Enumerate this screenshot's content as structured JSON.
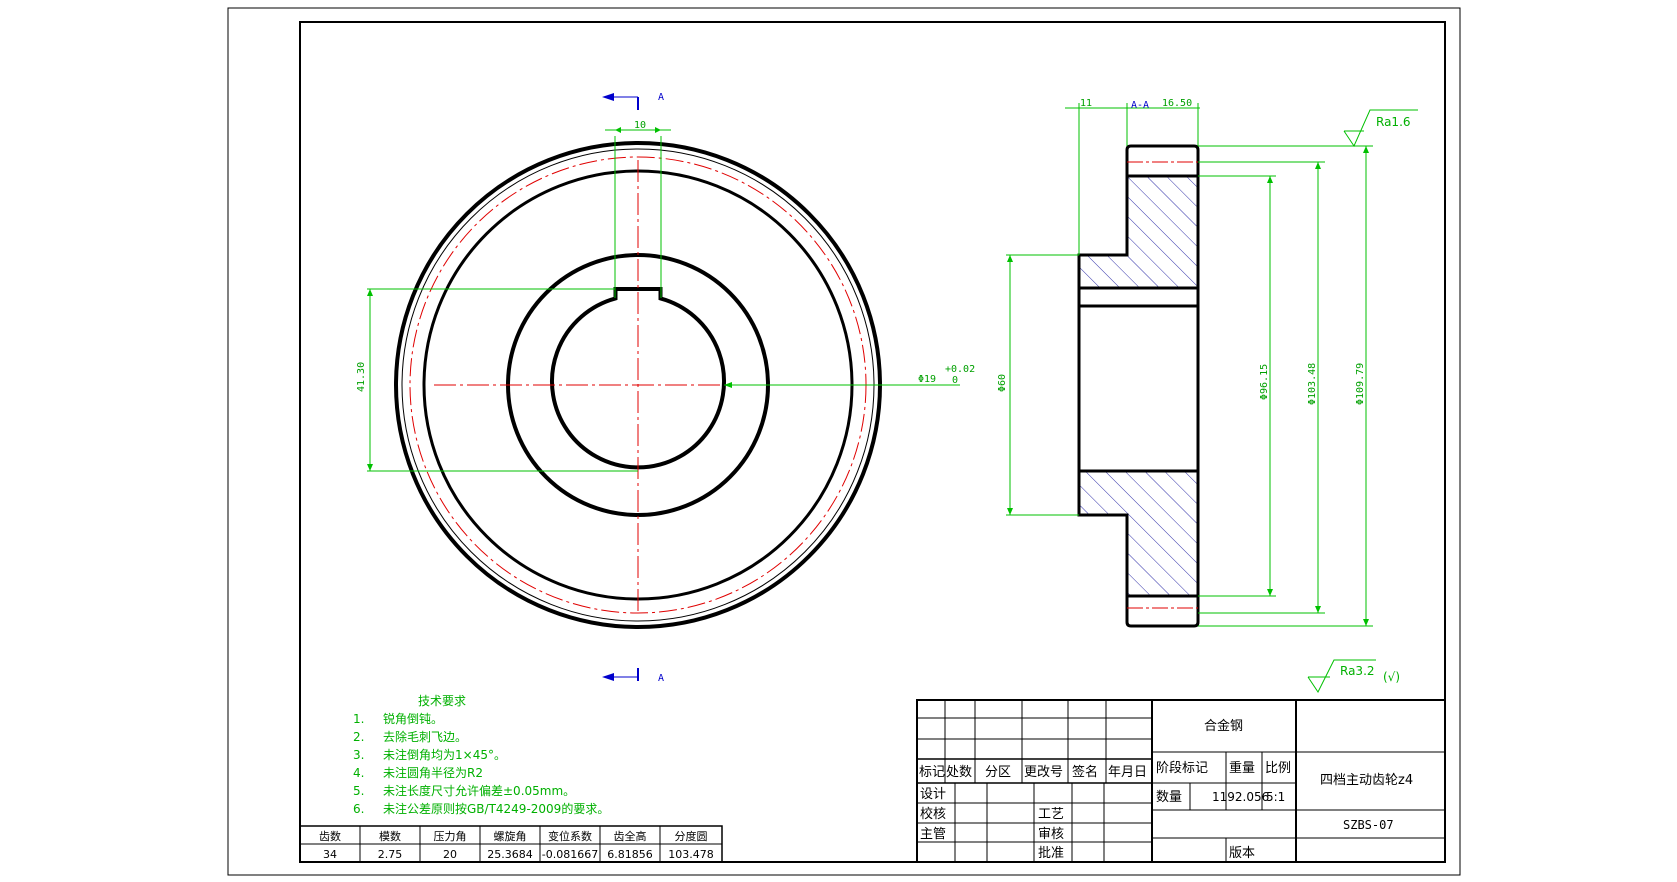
{
  "labels": {
    "section_top": "A",
    "section_bottom": "A",
    "section_view": "A-A",
    "keyway_width": "10",
    "bore_key_depth": "41.30",
    "bore_dia": "Φ19",
    "bore_tol_upper": "+0.02",
    "bore_tol_lower": "0",
    "dim_11": "11",
    "dim_1650": "16.50",
    "dia_60": "Φ60",
    "dia_9615": "Φ96.15",
    "dia_10348": "Φ103.48",
    "dia_10979": "Φ109.79",
    "roughness_top": "Ra1.6",
    "roughness_bottom": "Ra3.2",
    "roughness_bottom_suffix": "(√)"
  },
  "tech": {
    "title": "技术要求",
    "items": [
      {
        "num": "1.",
        "text": "锐角倒钝。"
      },
      {
        "num": "2.",
        "text": "去除毛刺飞边。"
      },
      {
        "num": "3.",
        "text": "未注倒角均为1×45°。"
      },
      {
        "num": "4.",
        "text": "未注圆角半径为R2"
      },
      {
        "num": "5.",
        "text": "未注长度尺寸允许偏差±0.05mm。"
      },
      {
        "num": "6.",
        "text": "未注公差原则按GB/T4249-2009的要求。"
      }
    ]
  },
  "params": {
    "headers": [
      "齿数",
      "模数",
      "压力角",
      "螺旋角",
      "变位系数",
      "齿全高",
      "分度圆"
    ],
    "values": [
      "34",
      "2.75",
      "20",
      "25.3684",
      "-0.081667",
      "6.81856",
      "103.478"
    ]
  },
  "title_block": {
    "material": "合金钢",
    "rev_headers": [
      "标记",
      "处数",
      "分区",
      "更改号",
      "签名",
      "年月日"
    ],
    "design": "设计",
    "check": "校核",
    "manage": "主管",
    "process": "工艺",
    "review": "审核",
    "approve": "批准",
    "stage": "阶段标记",
    "weight": "重量",
    "scale": "比例",
    "qty": "数量",
    "weight_value": "1192.056",
    "scale_value": "5:1",
    "part_name": "四档主动齿轮z4",
    "drawing_no": "SZBS-07",
    "version": "版本"
  }
}
